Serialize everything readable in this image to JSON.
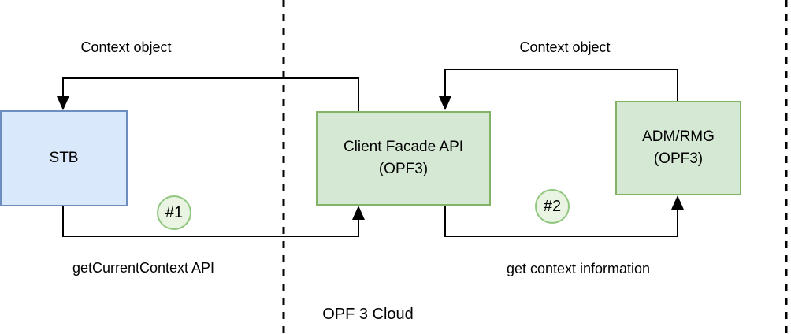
{
  "diagram": {
    "region_label": "OPF 3 Cloud",
    "nodes": {
      "stb": {
        "label": "STB"
      },
      "client_facade": {
        "line1": "Client Facade API",
        "line2": "(OPF3)"
      },
      "adm_rmg": {
        "line1": "ADM/RMG",
        "line2": "(OPF3)"
      }
    },
    "edges": {
      "context_object_left": {
        "label": "Context object",
        "from": "Client Facade API (OPF3)",
        "to": "STB"
      },
      "get_current_context": {
        "label": "getCurrentContext API",
        "badge": "#1",
        "from": "STB",
        "to": "Client Facade API (OPF3)"
      },
      "context_object_right": {
        "label": "Context object",
        "from": "ADM/RMG (OPF3)",
        "to": "Client Facade API (OPF3)"
      },
      "get_context_information": {
        "label": "get context information",
        "badge": "#2",
        "from": "Client Facade API (OPF3)",
        "to": "ADM/RMG (OPF3)"
      }
    },
    "colors": {
      "stb_fill": "#dae8fc",
      "stb_border": "#6c8ebf",
      "green_fill": "#d5e8d4",
      "green_border": "#82b366",
      "badge_fill": "#e9f4e3",
      "badge_border": "#90c67e",
      "line": "#000000",
      "background": "#ffffff"
    }
  }
}
